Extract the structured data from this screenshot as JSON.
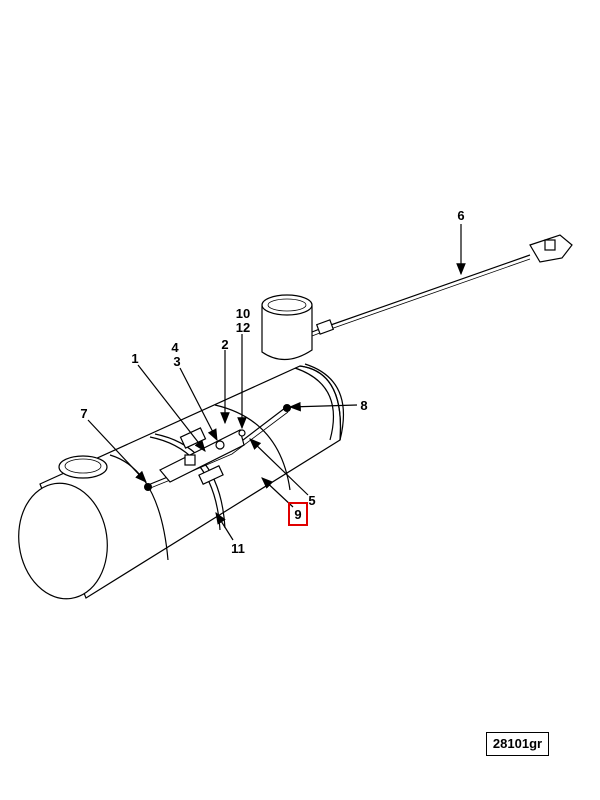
{
  "diagram": {
    "callouts": [
      "1",
      "2",
      "3",
      "4",
      "5",
      "6",
      "7",
      "8",
      "9",
      "10",
      "11",
      "12"
    ],
    "highlighted_callout": "9",
    "highlight_color": "#e00000",
    "reference_code": "28101gr"
  }
}
